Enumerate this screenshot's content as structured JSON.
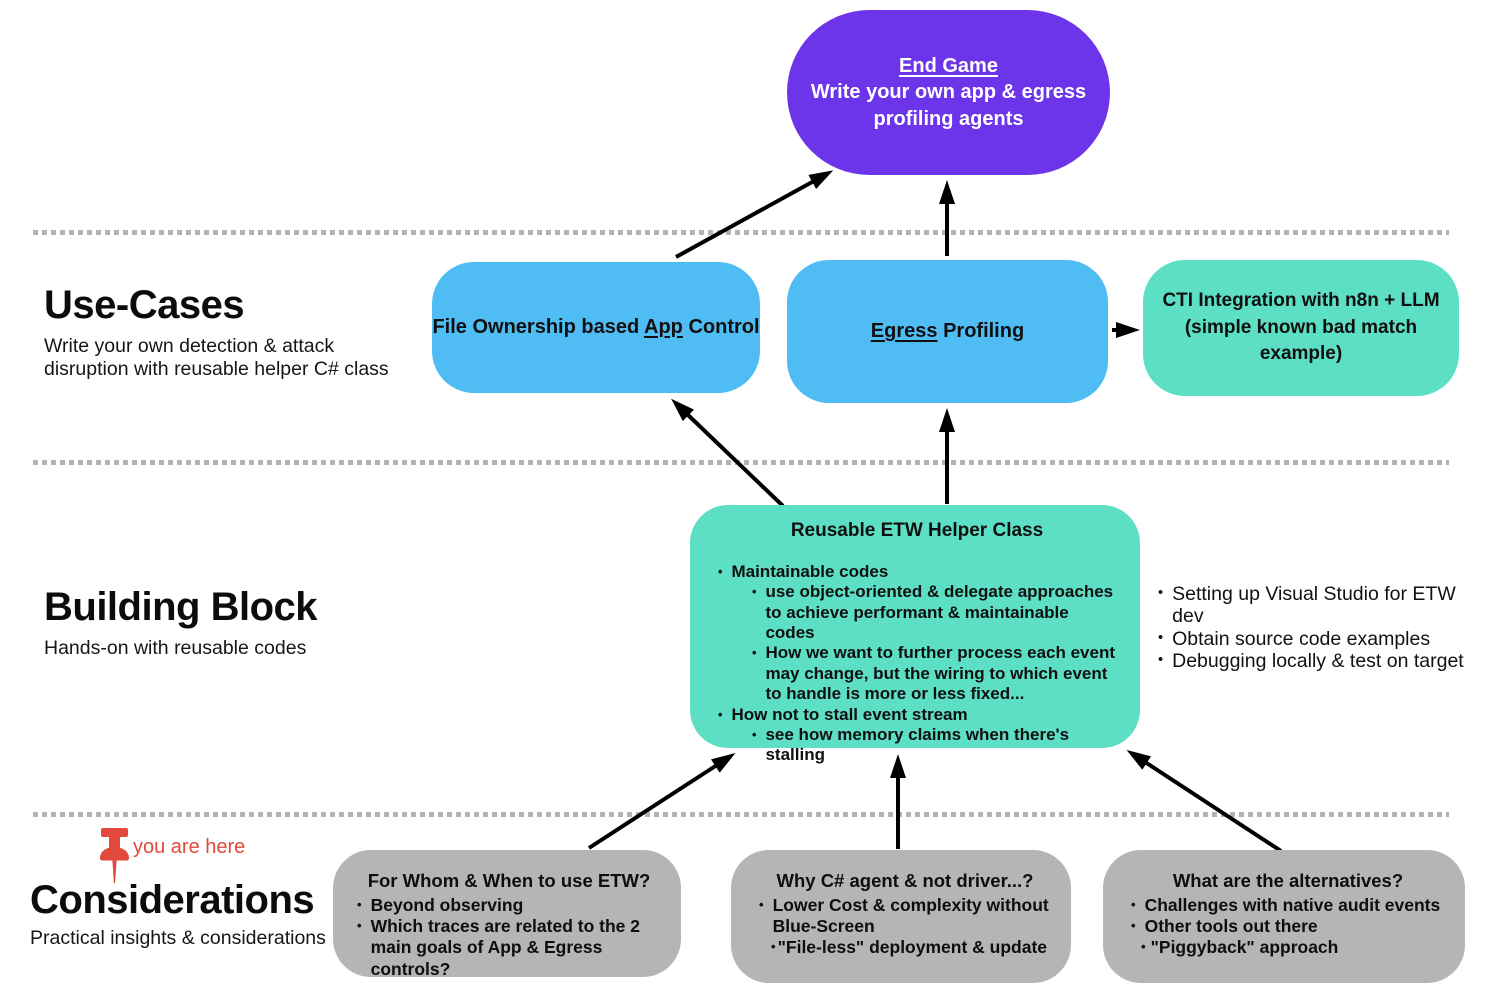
{
  "colors": {
    "purple": "#6c35e9",
    "blue": "#4fbcf4",
    "teal": "#5cdfc4",
    "gray": "#b5b5b5",
    "red": "#e0493c"
  },
  "endgame": {
    "title": "End Game",
    "line1": "Write your own app & egress",
    "line2": "profiling agents"
  },
  "sections": {
    "use_cases": {
      "heading": "Use-Cases",
      "subtitle_line1": "Write your own detection & attack",
      "subtitle_line2": "disruption with reusable helper C# class"
    },
    "building_block": {
      "heading": "Building Block",
      "subtitle": "Hands-on with reusable codes"
    },
    "considerations": {
      "heading": "Considerations",
      "subtitle": "Practical insights & considerations",
      "you_are_here": "you are here"
    }
  },
  "use_case_boxes": {
    "app_control": {
      "prefix": "File Ownership based ",
      "underlined": "App",
      "suffix": " Control"
    },
    "egress": {
      "underlined": "Egress",
      "suffix": " Profiling"
    },
    "cti": {
      "line1": "CTI Integration with n8n + LLM",
      "line2": "(simple known bad match example)"
    }
  },
  "helper_class_box": {
    "title": "Reusable ETW Helper Class",
    "bullet1": "Maintainable codes",
    "bullet1_sub1": "use object-oriented & delegate approaches to achieve performant & maintainable codes",
    "bullet1_sub2": "How we want to further process each event may change, but the wiring to which event to handle is more or less fixed...",
    "bullet2": "How not to stall event stream",
    "bullet2_sub1": "see how memory claims when there's stalling"
  },
  "side_notes": {
    "item1": "Setting up Visual Studio for ETW dev",
    "item2": "Obtain source code examples",
    "item3": "Debugging locally & test on target"
  },
  "consideration_boxes": {
    "box1": {
      "title": "For Whom & When to use ETW?",
      "bullet1": "Beyond observing",
      "bullet2": "Which traces are related to the 2 main goals of App & Egress controls?"
    },
    "box2": {
      "title": "Why C# agent & not driver...?",
      "bullet1": "Lower Cost & complexity without Blue-Screen",
      "bullet2": "\"File-less\" deployment & update"
    },
    "box3": {
      "title": "What are the alternatives?",
      "bullet1": "Challenges with native audit events",
      "bullet2": "Other tools out there",
      "bullet3": "\"Piggyback\" approach"
    }
  }
}
